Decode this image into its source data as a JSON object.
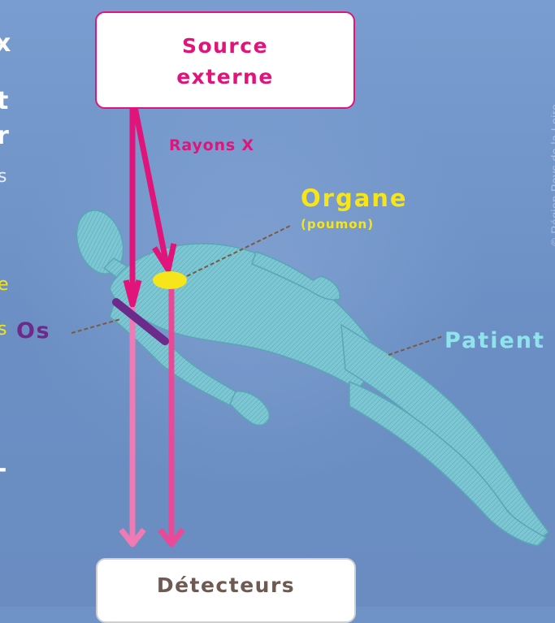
{
  "labels": {
    "source": [
      "Source",
      "externe"
    ],
    "rays": "Rayons X",
    "organ": "Organe",
    "organ_sub": "(poumon)",
    "bone": "Os",
    "patient": "Patient",
    "detectors": "Détecteurs",
    "credit": "© Région Pays de la Loire"
  },
  "edge_fragments": [
    {
      "text": "x",
      "color": "#ffffff"
    },
    {
      "text": "t",
      "color": "#ffffff"
    },
    {
      "text": "r",
      "color": "#ffffff"
    },
    {
      "text": "s",
      "color": "#e8eef8"
    },
    {
      "text": "e",
      "color": "#f5e51a"
    },
    {
      "text": "s",
      "color": "#f5e51a"
    },
    {
      "text": "-",
      "color": "#ffffff"
    }
  ],
  "colors": {
    "magenta": "#e0147a",
    "pink": "#ef6aaa",
    "yellow": "#f5e51a",
    "purple": "#6c2a8b",
    "cyan": "#8fe3ea",
    "body": "#7cc7d3",
    "leader": "#7a5a42"
  }
}
